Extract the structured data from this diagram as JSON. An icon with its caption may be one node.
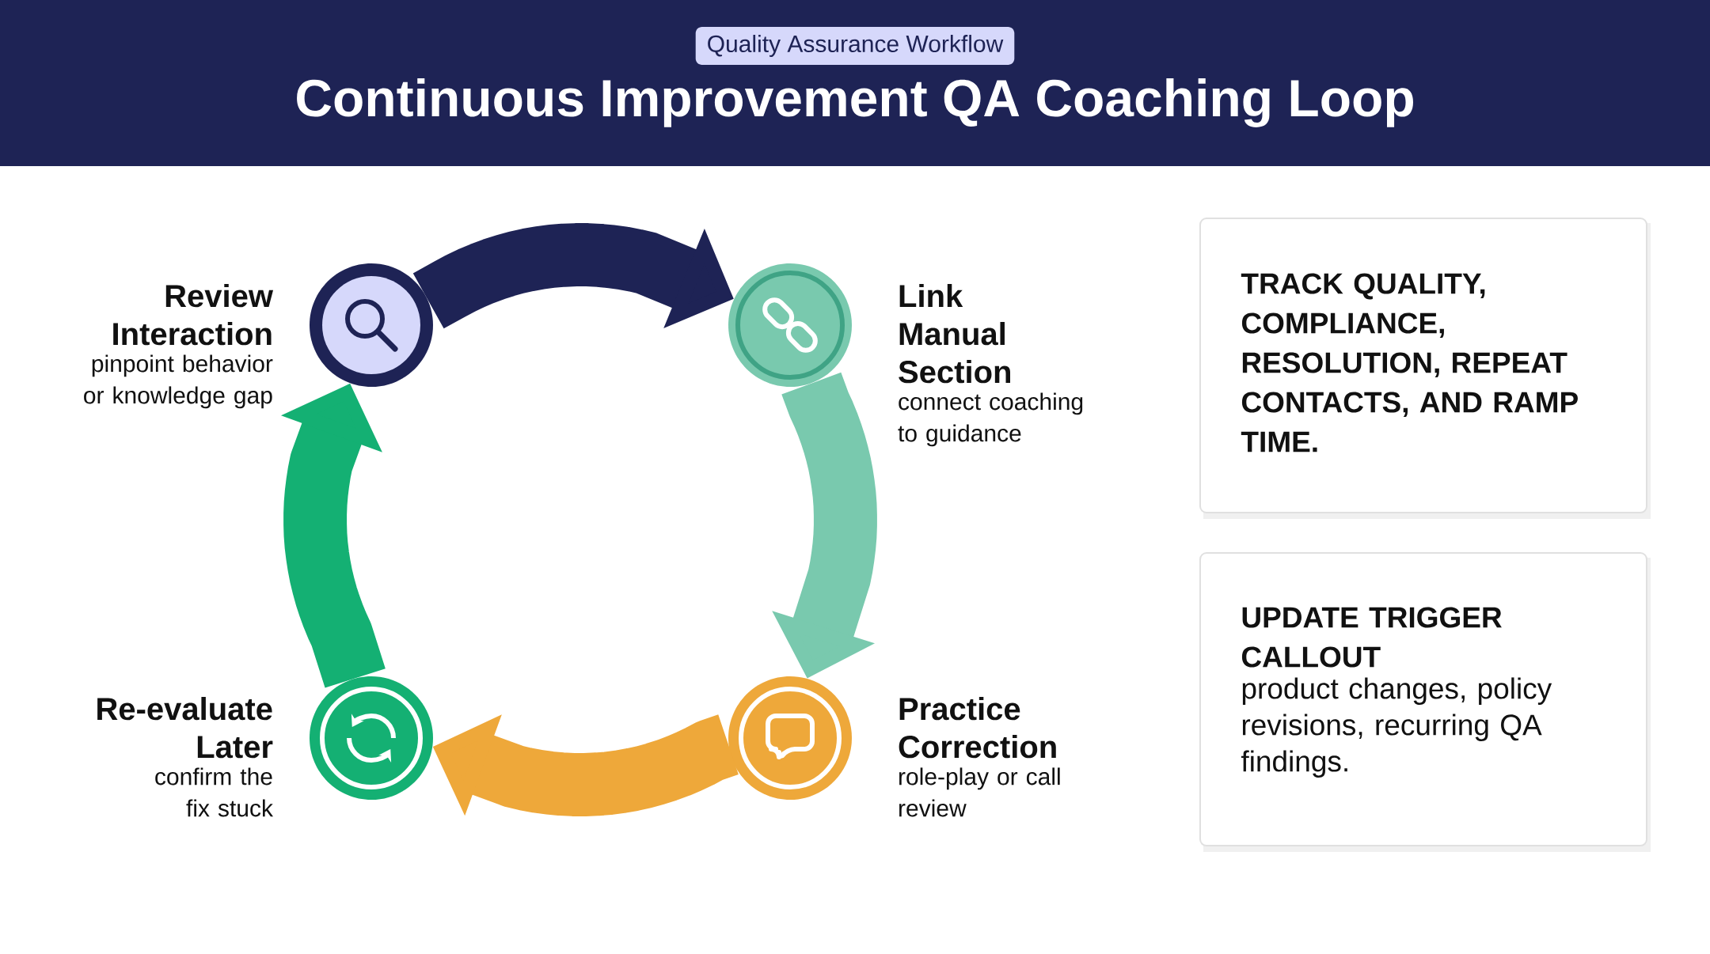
{
  "diagram": {
    "title": "Continuous Improvement QA Coaching Loop",
    "nodes": [
      {
        "text": [
          "Review Interaction",
          "pinpoint behavior or knowledge gap"
        ]
      },
      {
        "text": [
          "Link Manual Section",
          "connect coaching to guidance"
        ]
      },
      {
        "text": [
          "Re-evaluate Later",
          "confirm the fix stuck"
        ]
      },
      {
        "text": [
          "Practice Correction",
          "role-play or call review"
        ]
      },
      {
        "text": [
          "TRACK QUALITY, COMPLIANCE, RESOLUTION, REPEAT CONTACTS, AND RAMP TIME."
        ]
      },
      {
        "text": [
          "UPDATE TRIGGER CALLOUT",
          "product changes, policy revisions, recurring QA findings."
        ]
      }
    ],
    "edges": [
      {
        "from": 0,
        "to": 1,
        "arrow": "to",
        "color": "#1e2355"
      },
      {
        "from": 1,
        "to": 3,
        "arrow": "to",
        "color": "#79c9ae"
      },
      {
        "from": 3,
        "to": 2,
        "arrow": "to",
        "color": "#eea83a"
      },
      {
        "from": 2,
        "to": 0,
        "arrow": "to",
        "color": "#14b073"
      }
    ],
    "labels": [
      "Quality Assurance Workflow"
    ]
  }
}
